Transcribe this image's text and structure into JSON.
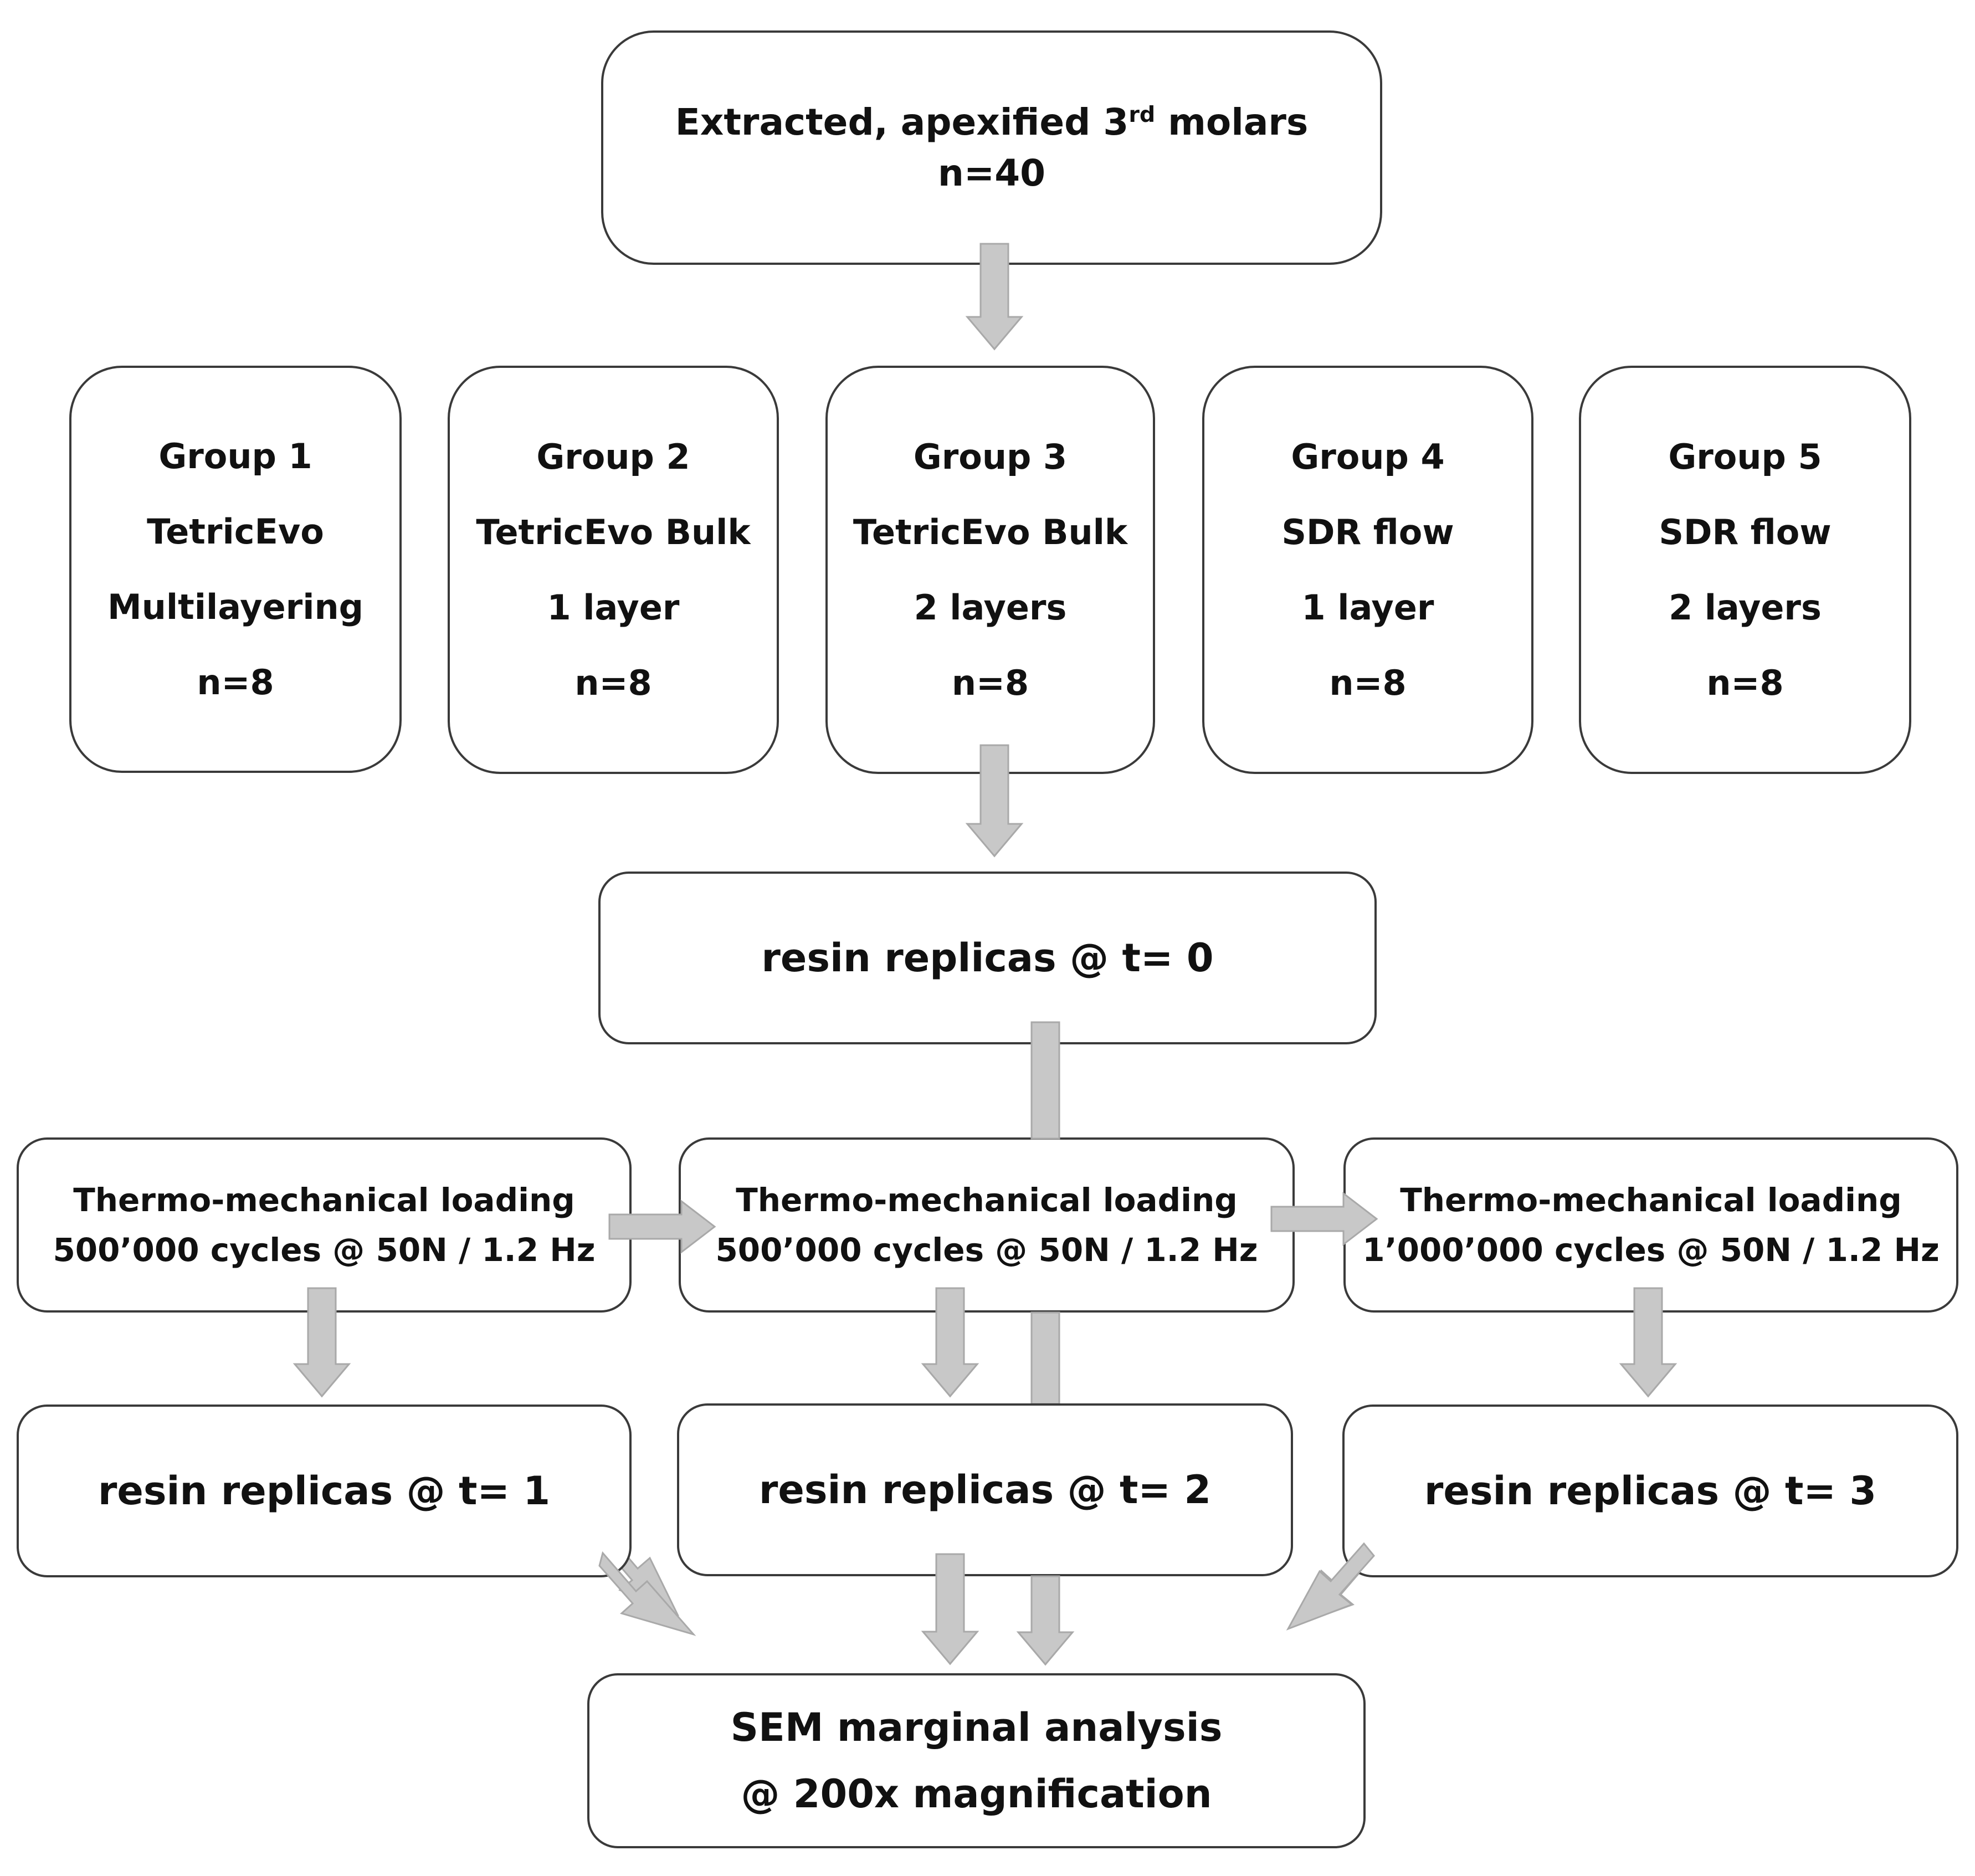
{
  "start": {
    "title_prefix": "Extracted, apexified 3",
    "title_sup": "rd",
    "title_suffix": " molars",
    "count": "n=40"
  },
  "groups": [
    {
      "name": "Group 1",
      "material": "TetricEvo",
      "technique": "Multilayering",
      "count": "n=8"
    },
    {
      "name": "Group 2",
      "material": "TetricEvo Bulk",
      "technique": "1 layer",
      "count": "n=8"
    },
    {
      "name": "Group 3",
      "material": "TetricEvo Bulk",
      "technique": "2 layers",
      "count": "n=8"
    },
    {
      "name": "Group 4",
      "material": "SDR flow",
      "technique": "1 layer",
      "count": "n=8"
    },
    {
      "name": "Group 5",
      "material": "SDR flow",
      "technique": "2 layers",
      "count": "n=8"
    }
  ],
  "replica_t0": "resin replicas @ t= 0",
  "loading": [
    {
      "title": "Thermo-mechanical loading",
      "detail": "500’000 cycles @ 50N / 1.2 Hz"
    },
    {
      "title": "Thermo-mechanical loading",
      "detail": "500’000 cycles @ 50N / 1.2 Hz"
    },
    {
      "title": "Thermo-mechanical loading",
      "detail": "1’000’000 cycles @ 50N / 1.2 Hz"
    }
  ],
  "replicas": [
    "resin replicas @ t= 1",
    "resin replicas @ t= 2",
    "resin replicas @ t= 3"
  ],
  "analysis": {
    "line1": "SEM marginal analysis",
    "line2": "@ 200x magnification"
  },
  "colors": {
    "arrow_fill": "#c8c8c8",
    "arrow_stroke": "#a9a9a9",
    "box_border": "#3a3a3a"
  }
}
